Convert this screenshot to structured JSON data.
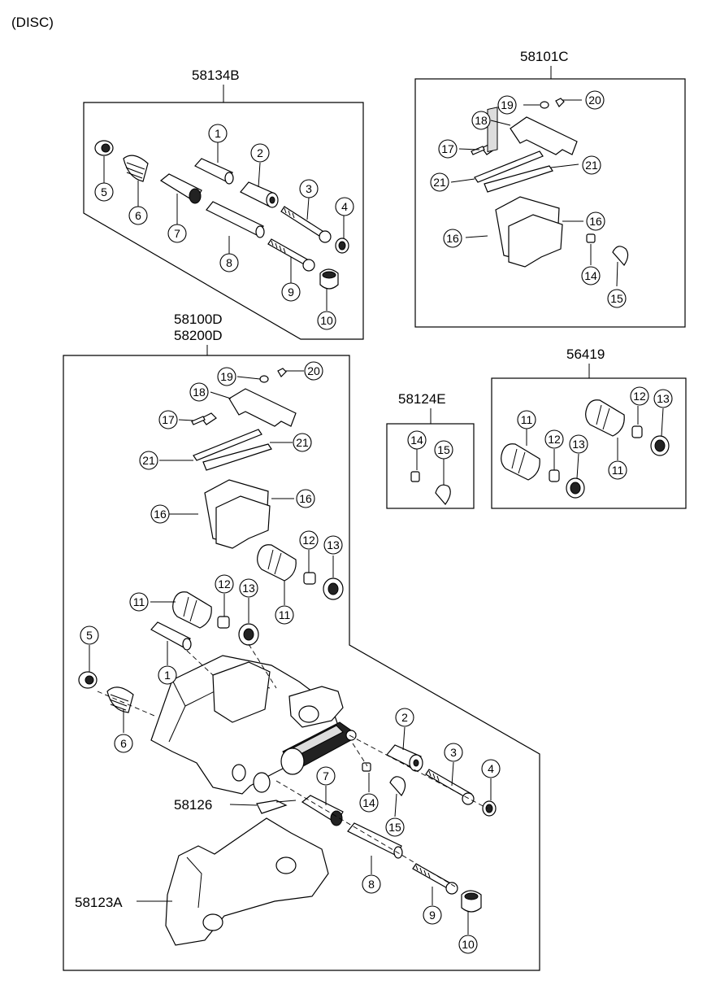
{
  "header": {
    "label": "(DISC)"
  },
  "assemblies": {
    "a58134B": "58134B",
    "a58101C": "58101C",
    "a58100D": "58100D",
    "a58200D": "58200D",
    "a56419": "56419",
    "a58124E": "58124E",
    "a58126": "58126",
    "a58123A": "58123A"
  },
  "callouts": [
    {
      "id": "c1a",
      "n": "1"
    },
    {
      "id": "c2a",
      "n": "2"
    },
    {
      "id": "c3a",
      "n": "3"
    },
    {
      "id": "c4a",
      "n": "4"
    },
    {
      "id": "c5a",
      "n": "5"
    },
    {
      "id": "c6a",
      "n": "6"
    },
    {
      "id": "c7a",
      "n": "7"
    },
    {
      "id": "c8a",
      "n": "8"
    },
    {
      "id": "c9a",
      "n": "9"
    },
    {
      "id": "c10a",
      "n": "10"
    },
    {
      "id": "c19b",
      "n": "19"
    },
    {
      "id": "c20b",
      "n": "20"
    },
    {
      "id": "c18b",
      "n": "18"
    },
    {
      "id": "c17b",
      "n": "17"
    },
    {
      "id": "c21b1",
      "n": "21"
    },
    {
      "id": "c21b2",
      "n": "21"
    },
    {
      "id": "c16b1",
      "n": "16"
    },
    {
      "id": "c16b2",
      "n": "16"
    },
    {
      "id": "c14b",
      "n": "14"
    },
    {
      "id": "c15b",
      "n": "15"
    },
    {
      "id": "c11c1",
      "n": "11"
    },
    {
      "id": "c12c1",
      "n": "12"
    },
    {
      "id": "c13c1",
      "n": "13"
    },
    {
      "id": "c12c2",
      "n": "12"
    },
    {
      "id": "c13c2",
      "n": "13"
    },
    {
      "id": "c11c2",
      "n": "11"
    },
    {
      "id": "c14d",
      "n": "14"
    },
    {
      "id": "c15d",
      "n": "15"
    },
    {
      "id": "c19e",
      "n": "19"
    },
    {
      "id": "c20e",
      "n": "20"
    },
    {
      "id": "c18e",
      "n": "18"
    },
    {
      "id": "c17e",
      "n": "17"
    },
    {
      "id": "c21e1",
      "n": "21"
    },
    {
      "id": "c21e2",
      "n": "21"
    },
    {
      "id": "c16e1",
      "n": "16"
    },
    {
      "id": "c16e2",
      "n": "16"
    },
    {
      "id": "c12e1",
      "n": "12"
    },
    {
      "id": "c13e1",
      "n": "13"
    },
    {
      "id": "c11e1",
      "n": "11"
    },
    {
      "id": "c12e2",
      "n": "12"
    },
    {
      "id": "c13e2",
      "n": "13"
    },
    {
      "id": "c11e2",
      "n": "11"
    },
    {
      "id": "c5e",
      "n": "5"
    },
    {
      "id": "c1e",
      "n": "1"
    },
    {
      "id": "c6e",
      "n": "6"
    },
    {
      "id": "c2e",
      "n": "2"
    },
    {
      "id": "c3e",
      "n": "3"
    },
    {
      "id": "c4e",
      "n": "4"
    },
    {
      "id": "c7e",
      "n": "7"
    },
    {
      "id": "c14e",
      "n": "14"
    },
    {
      "id": "c15e",
      "n": "15"
    },
    {
      "id": "c8e",
      "n": "8"
    },
    {
      "id": "c9e",
      "n": "9"
    },
    {
      "id": "c10e",
      "n": "10"
    }
  ]
}
